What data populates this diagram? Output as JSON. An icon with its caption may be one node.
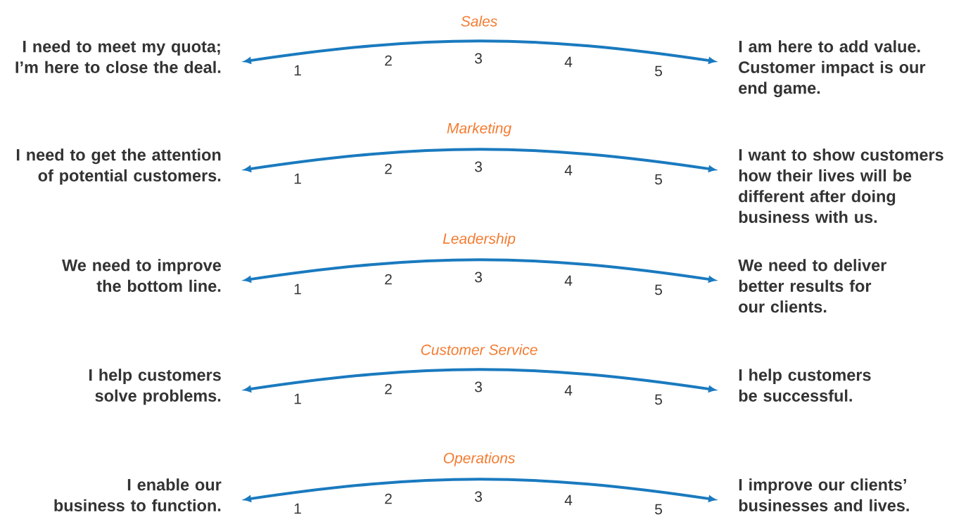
{
  "diagram": {
    "nodes": [
      {
        "text": [
          "I need to meet my quota; I’m here to close the deal."
        ]
      },
      {
        "text": [
          "I am here to add value. Customer impact is our end game."
        ]
      },
      {
        "text": [
          "I need to get the attention of potential customers."
        ]
      },
      {
        "text": [
          "I want to show customers how their lives will be different after doing business with us."
        ]
      },
      {
        "text": [
          "We need to improve the bottom line."
        ]
      },
      {
        "text": [
          "We need to deliver better results for our clients."
        ]
      },
      {
        "text": [
          "I help customers solve problems."
        ]
      },
      {
        "text": [
          "I help customers be successful."
        ]
      },
      {
        "text": [
          "I enable our business to function."
        ]
      },
      {
        "text": [
          "I improve our clients’ businesses and lives."
        ]
      }
    ],
    "edges": [
      {
        "from": 0,
        "to": 1,
        "arrow": "both",
        "label": "Sales"
      },
      {
        "from": 2,
        "to": 3,
        "arrow": "both",
        "label": "Marketing"
      },
      {
        "from": 4,
        "to": 5,
        "arrow": "both",
        "label": "Leadership"
      },
      {
        "from": 6,
        "to": 7,
        "arrow": "both",
        "label": "Customer Service"
      },
      {
        "from": 8,
        "to": 9,
        "arrow": "both",
        "label": "Operations"
      }
    ],
    "labels": [
      "1",
      "2",
      "3",
      "4",
      "5",
      "1",
      "2",
      "3",
      "4",
      "5",
      "1",
      "2",
      "3",
      "4",
      "5",
      "1",
      "2",
      "3",
      "4",
      "5",
      "1",
      "2",
      "3",
      "4",
      "5"
    ]
  }
}
